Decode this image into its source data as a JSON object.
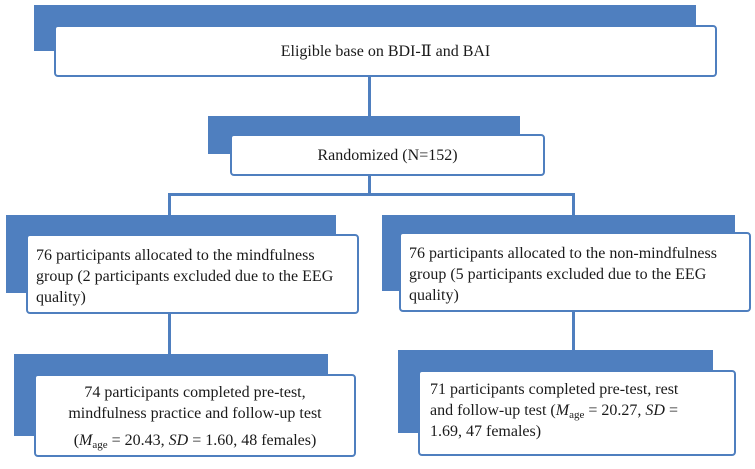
{
  "nodes": {
    "eligible": {
      "text": "Eligible base on BDI-Ⅱ and BAI"
    },
    "randomized": {
      "text": "Randomized (N=152)"
    },
    "mind_alloc": {
      "text": "76 participants allocated to the mindfulness group (2 participants excluded due to the EEG quality)"
    },
    "nonmind_alloc": {
      "text": "76 participants allocated to the non-mindfulness group (5 participants excluded due to the EEG quality)"
    },
    "mind_complete": {
      "line1": "74 participants completed pre-test,",
      "line2": "mindfulness practice and follow-up test",
      "open": "(",
      "m": "M",
      "sub": "age",
      "mid": " = 20.43, ",
      "sd": "SD",
      "end": " = 1.60, 48 females)"
    },
    "nonmind_complete": {
      "line1": "71 participants completed pre-test, rest",
      "line2a": "and follow-up test (",
      "m": "M",
      "sub": "age",
      "mid": " = 20.27, ",
      "sd": "SD",
      "mid2": " =",
      "line3": "1.69, 47 females)"
    }
  },
  "colors": {
    "accent": "#4f7fbf",
    "box_fill": "#ffffff",
    "text": "#1a1a1a"
  }
}
